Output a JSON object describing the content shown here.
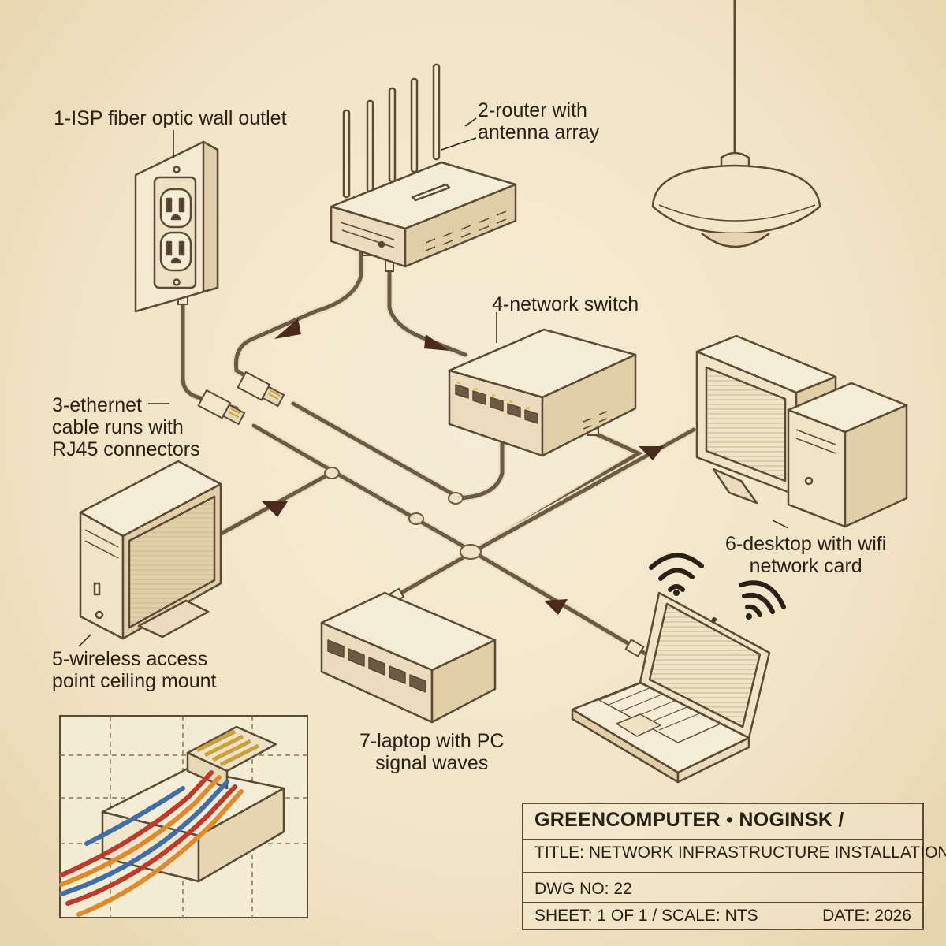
{
  "labels": {
    "outlet": "1-ISP fiber optic wall outlet",
    "router": [
      "2-router with",
      "antenna array"
    ],
    "cable": [
      "3-ethernet",
      "cable runs with",
      "RJ45 connectors"
    ],
    "switch": "4-network switch",
    "ap": [
      "5-wireless access",
      "point ceiling mount"
    ],
    "desktop": [
      "6-desktop with wifi",
      "network card"
    ],
    "laptop": [
      "7-laptop with PC",
      "signal waves"
    ]
  },
  "title_block": {
    "company": "GREENCOMPUTER • NOGINSK /",
    "title": "TITLE: NETWORK INFRASTRUCTURE INSTALLATION /",
    "dwg": "DWG   NO:   22",
    "sheet": "SHEET: 1 OF 1 / SCALE: NTS",
    "date": "DATE: 2026"
  },
  "colors": {
    "paper": "#f3e8cc",
    "ink": "#5b4a36",
    "arrow": "#4a2a1c",
    "wire_red": "#c0392b",
    "wire_orange": "#e08a2c",
    "wire_blue": "#3f6ea8",
    "wire_yellow": "#e3c04a"
  }
}
